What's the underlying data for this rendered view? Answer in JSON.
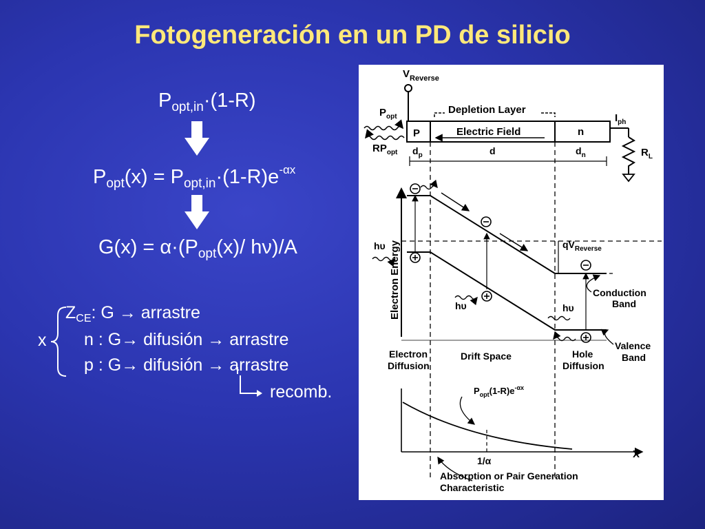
{
  "title": "Fotogeneración en un PD de silicio",
  "equations": {
    "eq1": {
      "p": "P",
      "sub": "opt,in",
      "rest": "·(1-R)"
    },
    "eq2": {
      "p1": "P",
      "sub1": "opt",
      "mid": "(x) = P",
      "sub2": "opt,in",
      "rest": "·(1-R)e",
      "sup": "-αx"
    },
    "eq3": {
      "pre": "G(x) = α·(P",
      "sub": "opt",
      "post": "(x)/ hν)/A"
    }
  },
  "notes": {
    "x_label": "x",
    "zce_z": "Z",
    "zce_sub": "CE",
    "zce_text": ": G",
    "zce_result": "arrastre",
    "n_text": "n : G",
    "n_diff": "difusión",
    "n_result": "arrastre",
    "p_text": "p : G",
    "p_diff": "difusión",
    "p_result": "arrastre",
    "p_recomb": "recomb.",
    "arrow_glyph": "→"
  },
  "diagram": {
    "v_reverse": "V",
    "v_reverse_sub": "Reverse",
    "p_opt": "P",
    "p_opt_sub": "opt",
    "rp_opt": "RP",
    "rp_opt_sub": "opt",
    "depletion_layer": "Depletion Layer",
    "region_p": "P",
    "electric_field": "Electric Field",
    "region_n": "n",
    "i_ph": "I",
    "i_ph_sub": "ph",
    "r_l": "R",
    "r_l_sub": "L",
    "dp": "d",
    "dp_sub": "p",
    "d": "d",
    "dn": "d",
    "dn_sub": "n",
    "electron_energy": "Electron Energy",
    "hv": "hυ",
    "qv_reverse": "qV",
    "qv_reverse_sub": "Reverse",
    "conduction_band": [
      "Conduction",
      "Band"
    ],
    "valence_band": [
      "Valence",
      "Band"
    ],
    "electron_diffusion": [
      "Electron",
      "Diffusion"
    ],
    "drift_space": "Drift Space",
    "hole_diffusion": [
      "Hole",
      "Diffusion"
    ],
    "popt_curve_p": "P",
    "popt_curve_sub": "opt",
    "popt_curve_rest": "(1-R)e",
    "popt_curve_sup": "-αx",
    "one_over_alpha": "1/α",
    "x_axis": "X",
    "absorption": [
      "Absorption or Pair Generation",
      "Characteristic"
    ]
  }
}
